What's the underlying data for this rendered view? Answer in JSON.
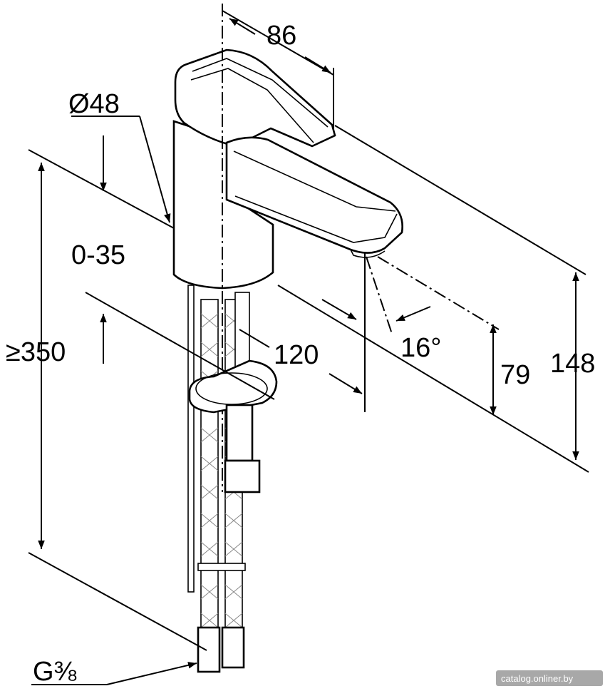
{
  "drawing": {
    "dimensions": {
      "spout_reach": "86",
      "diameter": "Ø48",
      "deck_thickness": "0-35",
      "hose_length": "≥350",
      "spout_projection": "120",
      "spout_angle": "16°",
      "spout_height": "79",
      "total_height": "148",
      "connection": "G⅜"
    },
    "watermark": "catalog.onliner.by"
  }
}
